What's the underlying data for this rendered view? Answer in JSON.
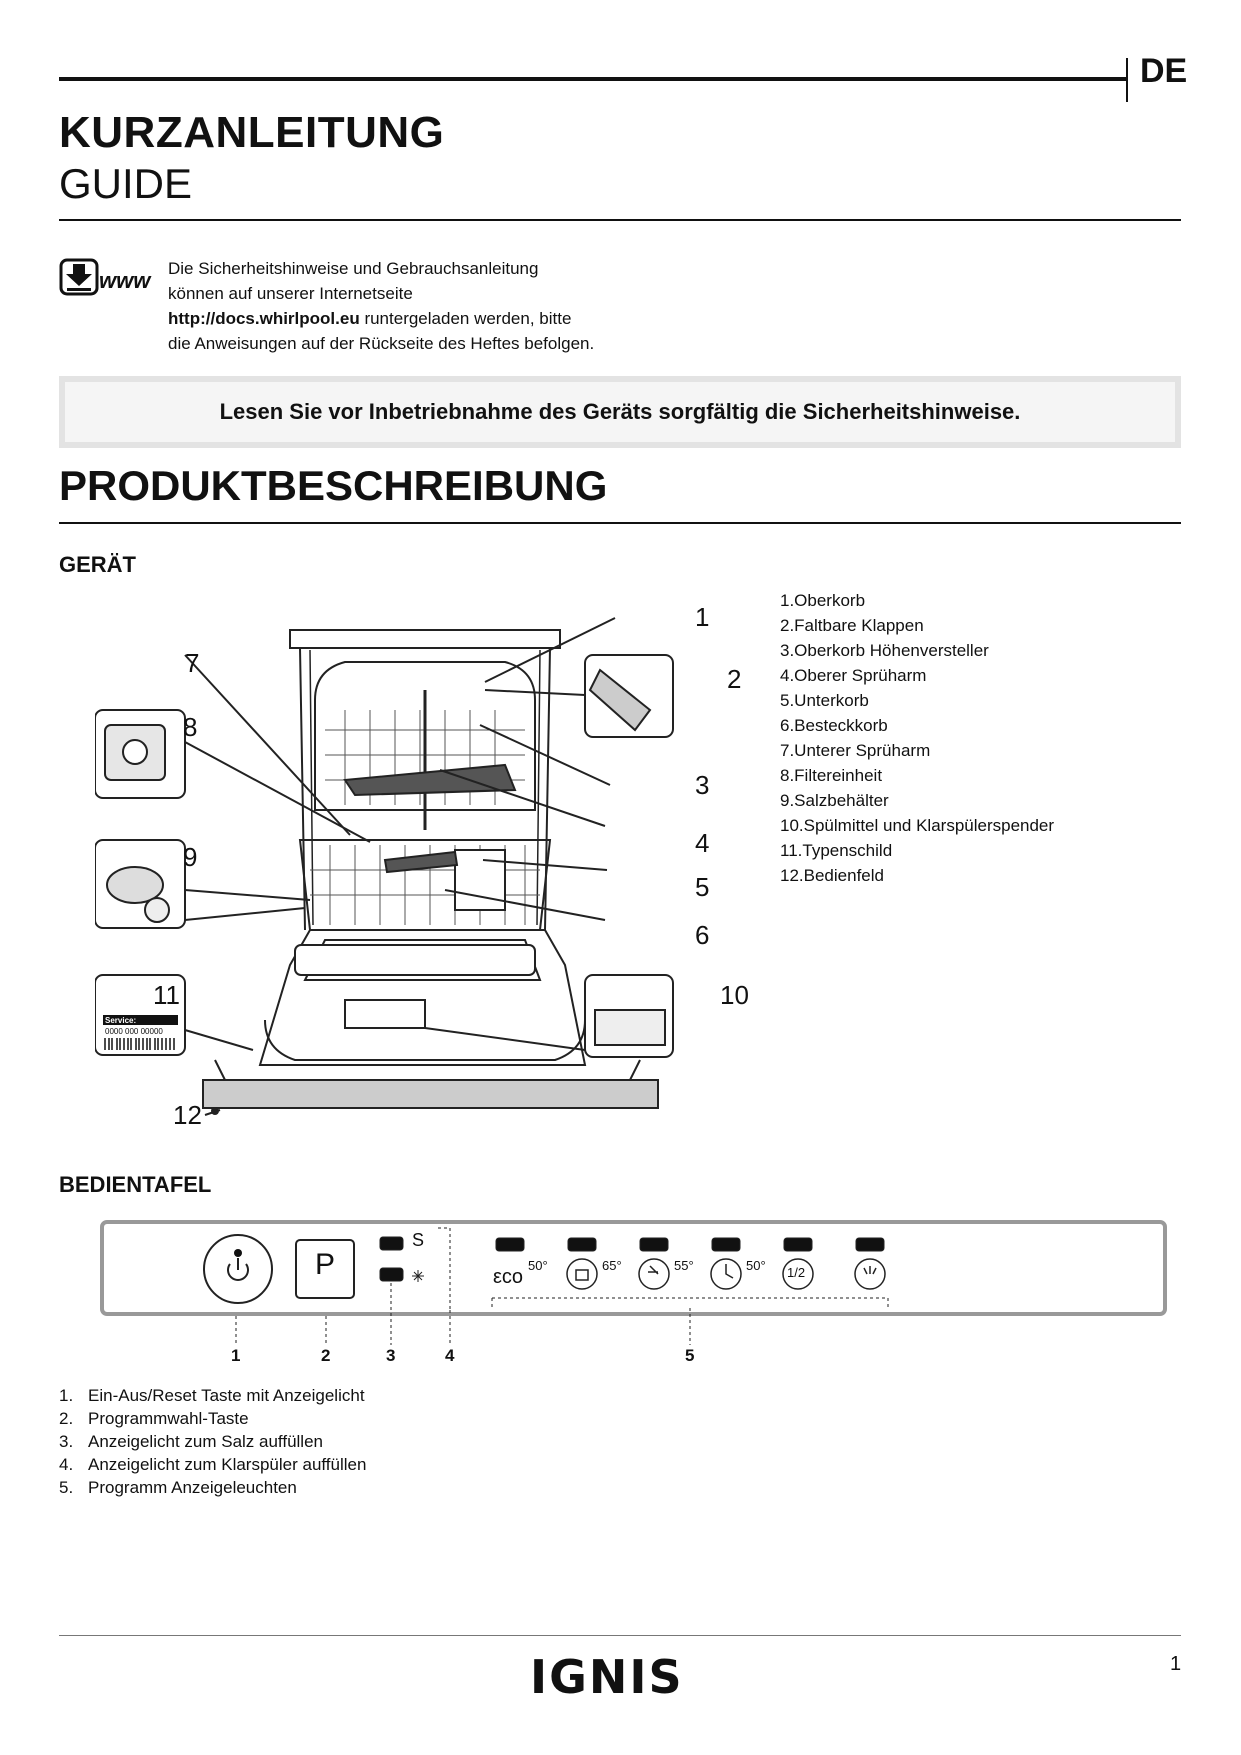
{
  "header": {
    "language": "DE",
    "title": "KURZANLEITUNG",
    "subtitle": "GUIDE"
  },
  "docs": {
    "icon_label": "www",
    "line1": "Die Sicherheitshinweise und Gebrauchsanleitung",
    "line2": "können auf unserer Internetseite",
    "url": "http://docs.whirlpool.eu",
    "line3_rest": " runtergeladen werden, bitte",
    "line4": "die Anweisungen auf der Rückseite des Heftes befolgen."
  },
  "warning": "Lesen Sie vor Inbetriebnahme des Geräts sorgfältig die Sicherheitshinweise.",
  "section_title": "PRODUKTBESCHREIBUNG",
  "geraet": {
    "heading": "GERÄT",
    "parts": [
      "1.Oberkorb",
      "2.Faltbare Klappen",
      "3.Oberkorb Höhenversteller",
      "4.Oberer Sprüharm",
      "5.Unterkorb",
      "6.Besteckkorb",
      "7.Unterer Sprüharm",
      "8.Filtereinheit",
      "9.Salzbehälter",
      "10.Spülmittel und Klarspülerspender",
      "11.Typenschild",
      "12.Bedienfeld"
    ],
    "callouts": [
      "1",
      "2",
      "3",
      "4",
      "5",
      "6",
      "7",
      "8",
      "9",
      "10",
      "11",
      "12"
    ],
    "label_service": "Service:",
    "label_number": "0000 000 00000"
  },
  "bedientafel": {
    "heading": "BEDIENTAFEL",
    "program_button": "P",
    "salt_symbol": "S",
    "programs": [
      {
        "icon": "eco-icon",
        "label": "εco",
        "temp": "50°"
      },
      {
        "icon": "pot-icon",
        "label": "",
        "temp": "65°"
      },
      {
        "icon": "glass-icon",
        "label": "",
        "temp": "55°"
      },
      {
        "icon": "clock-icon",
        "label": "",
        "temp": "50°"
      },
      {
        "icon": "half-load-icon",
        "label": "1/2",
        "temp": ""
      },
      {
        "icon": "rinse-icon",
        "label": "",
        "temp": ""
      }
    ],
    "callouts": [
      "1",
      "2",
      "3",
      "4",
      "5"
    ],
    "items": [
      {
        "num": "1.",
        "text": "Ein-Aus/Reset Taste mit Anzeigelicht"
      },
      {
        "num": "2.",
        "text": "Programmwahl-Taste"
      },
      {
        "num": "3.",
        "text": "Anzeigelicht zum Salz auffüllen"
      },
      {
        "num": "4.",
        "text": "Anzeigelicht zum Klarspüler auffüllen"
      },
      {
        "num": "5.",
        "text": "Programm Anzeigeleuchten"
      }
    ]
  },
  "footer": {
    "brand": "IGNIS",
    "page": "1"
  }
}
